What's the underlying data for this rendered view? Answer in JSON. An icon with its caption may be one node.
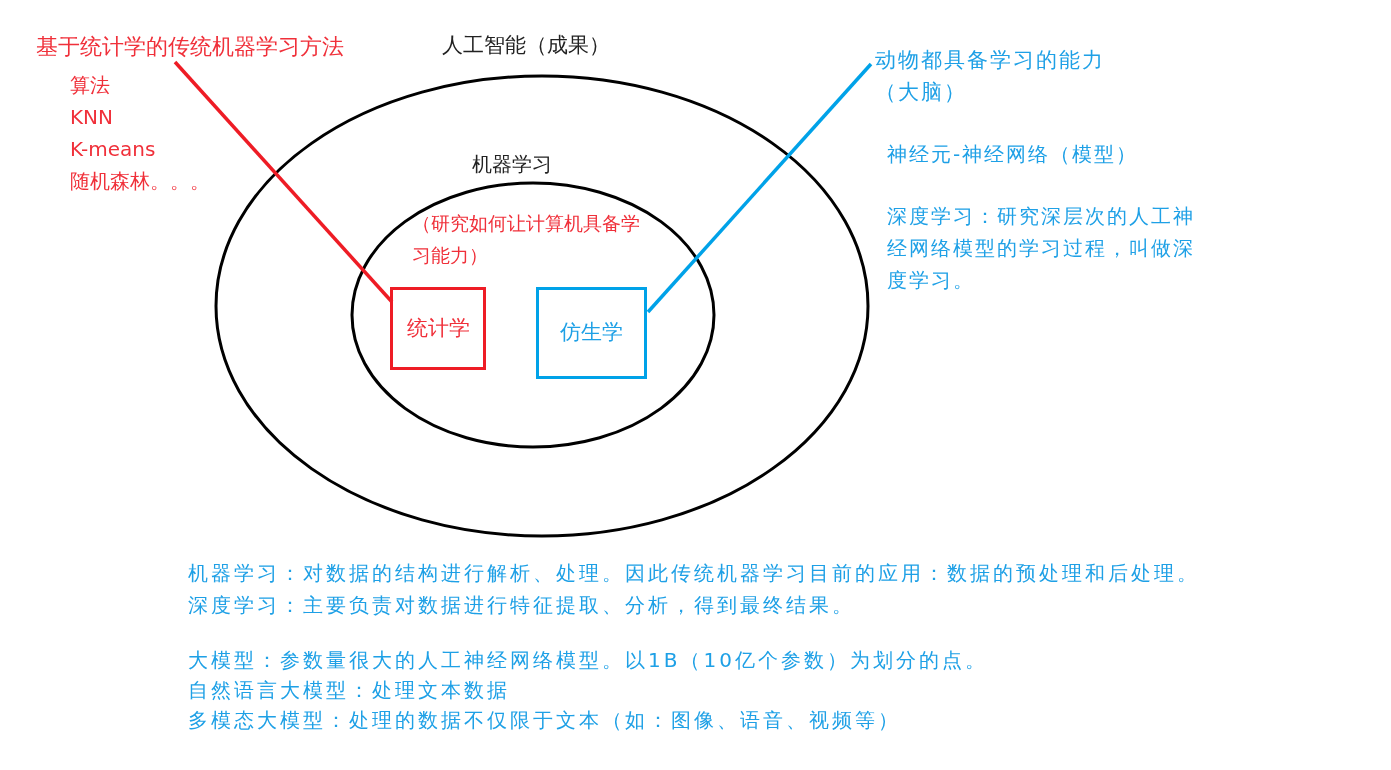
{
  "diagram": {
    "nodes": [
      {
        "text": [
          "人工智能（成果）"
        ]
      },
      {
        "text": [
          "机器学习",
          "（研究如何让计算机具备学习能力）"
        ],
        "in": 0
      },
      {
        "text": [
          "统计学"
        ],
        "in": 1
      },
      {
        "text": [
          "仿生学"
        ],
        "in": 1
      },
      {
        "text": [
          "基于统计学的传统机器学习方法",
          "算法",
          "KNN",
          "K-means",
          "随机森林。。。"
        ]
      },
      {
        "text": [
          "动物都具备学习的能力（大脑）",
          "神经元-神经网络（模型）",
          "深度学习：研究深层次的人工神经网络模型的学习过程，叫做深度学习。"
        ]
      }
    ],
    "edges": [
      {
        "from": 4,
        "to": 2,
        "arrow": "none",
        "color": "#ee1c25"
      },
      {
        "from": 5,
        "to": 3,
        "arrow": "none",
        "color": "#00a2e8"
      }
    ],
    "labels": [
      "机器学习：对数据的结构进行解析、处理。因此传统机器学习目前的应用：数据的预处理和后处理。",
      "深度学习：主要负责对数据进行特征提取、分析，得到最终结果。",
      "大模型：参数量很大的人工神经网络模型。以1B（10亿个参数）为划分的点。",
      "自然语言大模型：处理文本数据",
      "多模态大模型：处理的数据不仅限于文本（如：图像、语音、视频等）"
    ]
  }
}
